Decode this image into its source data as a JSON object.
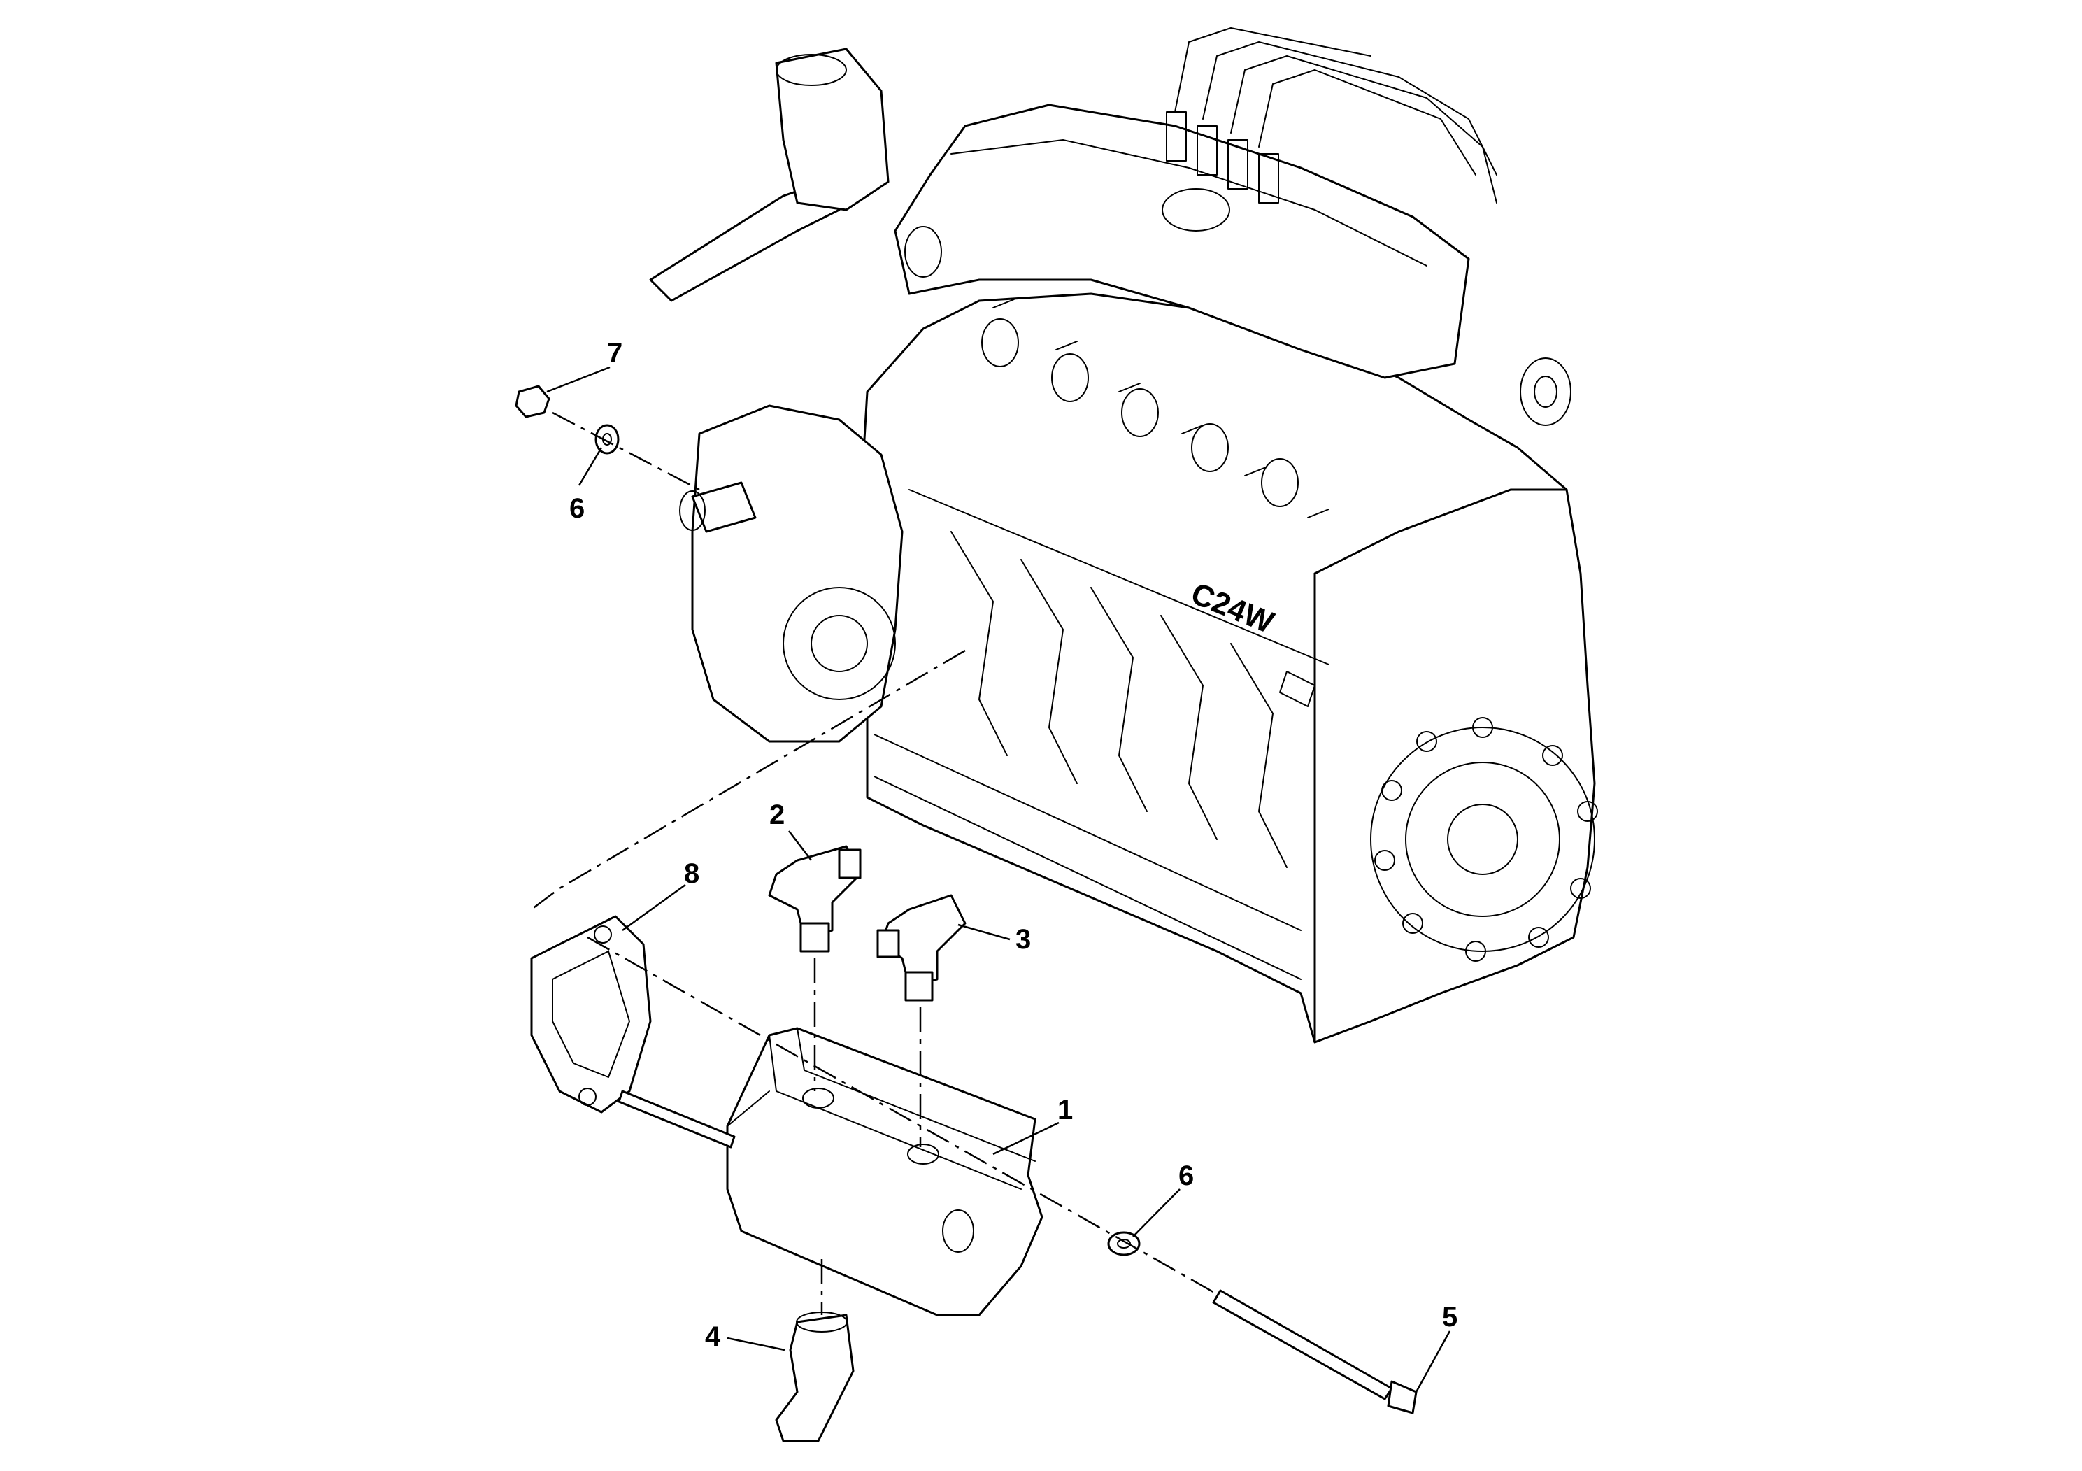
{
  "diagram": {
    "engine_marking": "C24W",
    "callouts": [
      {
        "id": "1",
        "label": "1"
      },
      {
        "id": "2",
        "label": "2"
      },
      {
        "id": "3",
        "label": "3"
      },
      {
        "id": "4",
        "label": "4"
      },
      {
        "id": "5",
        "label": "5"
      },
      {
        "id": "6a",
        "label": "6"
      },
      {
        "id": "6b",
        "label": "6"
      },
      {
        "id": "7",
        "label": "7"
      },
      {
        "id": "8",
        "label": "8"
      }
    ]
  }
}
